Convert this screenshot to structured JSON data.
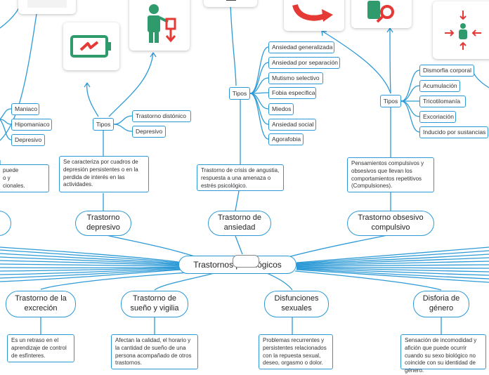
{
  "central": "Trastornos psicológicos",
  "colors": {
    "line": "#2d9ad6",
    "accent_red": "#e53935",
    "accent_green": "#2f9b6d"
  },
  "top_branches": [
    {
      "title": "Trastorno depresivo",
      "description": "Se caracteriza por cuadros de depresión persistentes o en la perdida de interés en las actividades.",
      "types_label": "Tipos",
      "types": [
        "Trastorno distónico",
        "Depresivo"
      ]
    },
    {
      "title": "Trastorno de ansiedad",
      "description": "Trastorno de crisis de angustia, respuesta a una amenaza o estrés psicológico.",
      "types_label": "Tipos",
      "types": [
        "Ansiedad generalizada",
        "Ansiedad por separación",
        "Mutismo selectivo",
        "Fobia especifica",
        "Miedos",
        "Ansiedad social",
        "Agorafobia"
      ]
    },
    {
      "title": "Trastorno obsesivo compulsivo",
      "description": "Pensamientos compulsivos y obsesivos que llevan los comportamientos repetitivos (Compulsiones).",
      "types_label": "Tipos",
      "types": [
        "Dismorfia corporal",
        "Acumulación",
        "Tricotilomanía",
        "Excoriación",
        "Inducido por sustancias"
      ]
    }
  ],
  "left_partial": {
    "types": [
      "Maniaco",
      "Hipomaniaco",
      "Depresivo"
    ],
    "description_fragments": [
      "puede",
      "o y",
      "cionales."
    ]
  },
  "bottom_branches": [
    {
      "title": "Trastorno de la excreción",
      "description": "Es un retraso en el aprendizaje de control de esfínteres."
    },
    {
      "title": "Trastorno de sueño y vigilia",
      "description": "Afectan la calidad, el horario y la cantidad de sueño de una persona acompañado de otros trastornos."
    },
    {
      "title": "Disfunciones sexuales",
      "description": "Problemas recurrentes y persistentes relacionados con la repuesta sexual, deseo, orgasmo o dolor."
    },
    {
      "title": "Disforia de género",
      "description": "Sensación de incomodidad y afición que puede ocurrir cuando su sexo biológico no coincide con su identidad de género."
    }
  ],
  "icons": [
    "battery-low-icon",
    "person-trash-icon",
    "arrow-curve-icon",
    "person-search-icon",
    "person-compress-icon"
  ]
}
